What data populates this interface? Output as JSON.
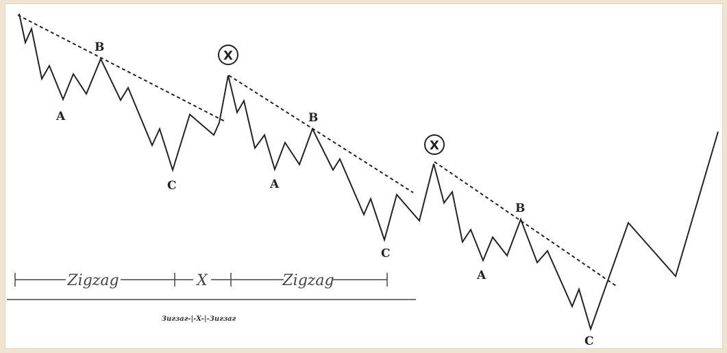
{
  "diagram": {
    "colors": {
      "line": "#222222",
      "background": "#ffffff",
      "frame": "#efe4cf"
    },
    "wave_labels": [
      {
        "id": "a1",
        "text": "A"
      },
      {
        "id": "b1",
        "text": "B"
      },
      {
        "id": "c1",
        "text": "C"
      },
      {
        "id": "a2",
        "text": "A"
      },
      {
        "id": "b2",
        "text": "B"
      },
      {
        "id": "c2",
        "text": "C"
      },
      {
        "id": "a3",
        "text": "A"
      },
      {
        "id": "b3",
        "text": "B"
      },
      {
        "id": "c3",
        "text": "C"
      }
    ],
    "x_markers": [
      {
        "id": "x1",
        "text": "X"
      },
      {
        "id": "x2",
        "text": "X"
      }
    ],
    "segments": [
      {
        "id": "seg1",
        "text": "Zigzag"
      },
      {
        "id": "seg2",
        "text": "X"
      },
      {
        "id": "seg3",
        "text": "Zigzag"
      }
    ],
    "caption": "Зигзаг-|-X-|-Зигзаг"
  }
}
